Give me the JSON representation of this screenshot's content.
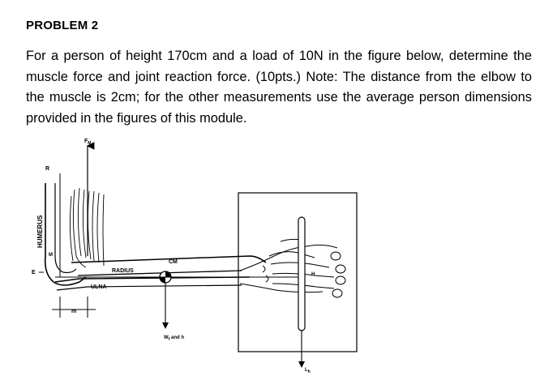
{
  "problem": {
    "title": "PROBLEM 2",
    "text": "For a person of height 170cm and a load of 10N in the figure below, determine the muscle force and joint reaction force. (10pts.) Note: The distance from the elbow to the muscle is 2cm; for the other measurements use the average person dimensions provided in the figures of this module."
  },
  "figure": {
    "labels": {
      "fm": "F",
      "fm_sub": "M",
      "r": "R",
      "humerus": "HUMERUS",
      "e": "E",
      "m_angle": "M",
      "radius": "RADIUS",
      "ulna": "ULNA",
      "cm": "CM",
      "h": "H",
      "wf_and_h": "W",
      "wf_sub": "f",
      "wf_rest": " and h",
      "m_dim": "m",
      "lh": "L",
      "lh_sub": "h"
    }
  }
}
